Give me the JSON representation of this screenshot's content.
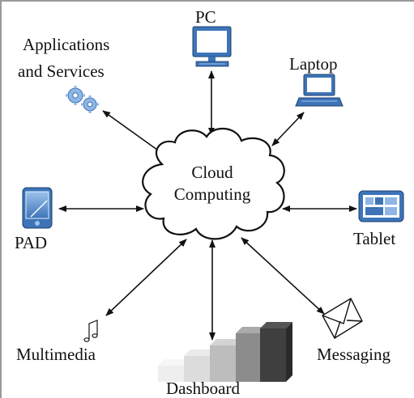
{
  "hub": {
    "line1": "Cloud",
    "line2": "Computing"
  },
  "nodes": {
    "pc": {
      "label": "PC",
      "icon": "desktop-pc-icon"
    },
    "laptop": {
      "label": "Laptop",
      "icon": "laptop-icon"
    },
    "apps": {
      "line1": "Applications",
      "line2": "and Services",
      "icon": "gears-icon"
    },
    "pad": {
      "label": "PAD",
      "icon": "pda-icon"
    },
    "tablet": {
      "label": "Tablet",
      "icon": "tablet-icon"
    },
    "multimedia": {
      "label": "Multimedia",
      "icon": "music-note-icon"
    },
    "dashboard": {
      "label": "Dashboard",
      "icon": "bar-blocks-icon"
    },
    "messaging": {
      "label": "Messaging",
      "icon": "envelope-icon"
    }
  },
  "colors": {
    "icon_blue": "#3d74b8",
    "icon_light": "#8fb6e4",
    "line": "#111111"
  }
}
